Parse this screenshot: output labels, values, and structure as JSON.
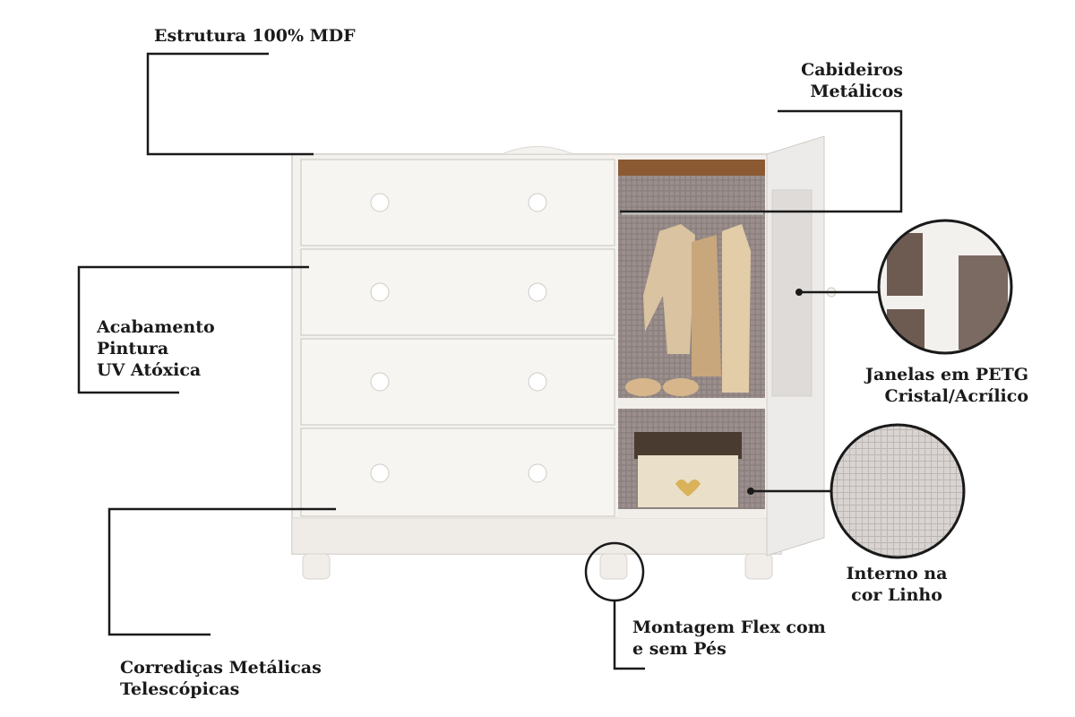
{
  "callouts": {
    "structure": {
      "lines": [
        "Estrutura 100% MDF"
      ]
    },
    "hangers": {
      "lines": [
        "Cabideiros",
        "Metálicos"
      ]
    },
    "finish": {
      "lines": [
        "Acabamento",
        "Pintura",
        "UV Atóxica"
      ]
    },
    "windows": {
      "lines": [
        "Janelas em PETG",
        "Cristal/Acrílico"
      ]
    },
    "interior": {
      "lines": [
        "Interno na",
        "cor Linho"
      ]
    },
    "assembly": {
      "lines": [
        "Montagem Flex com",
        "e sem Pés"
      ]
    },
    "slides": {
      "lines": [
        "Corrediças Metálicas",
        "Telescópicas"
      ]
    }
  },
  "colors": {
    "furniture": "#f4f2ef",
    "furniture_shadow": "#dcd8d2",
    "interior_linen": "#8f8482",
    "wood_top": "#8b5a33",
    "line": "#1a1a1a"
  }
}
